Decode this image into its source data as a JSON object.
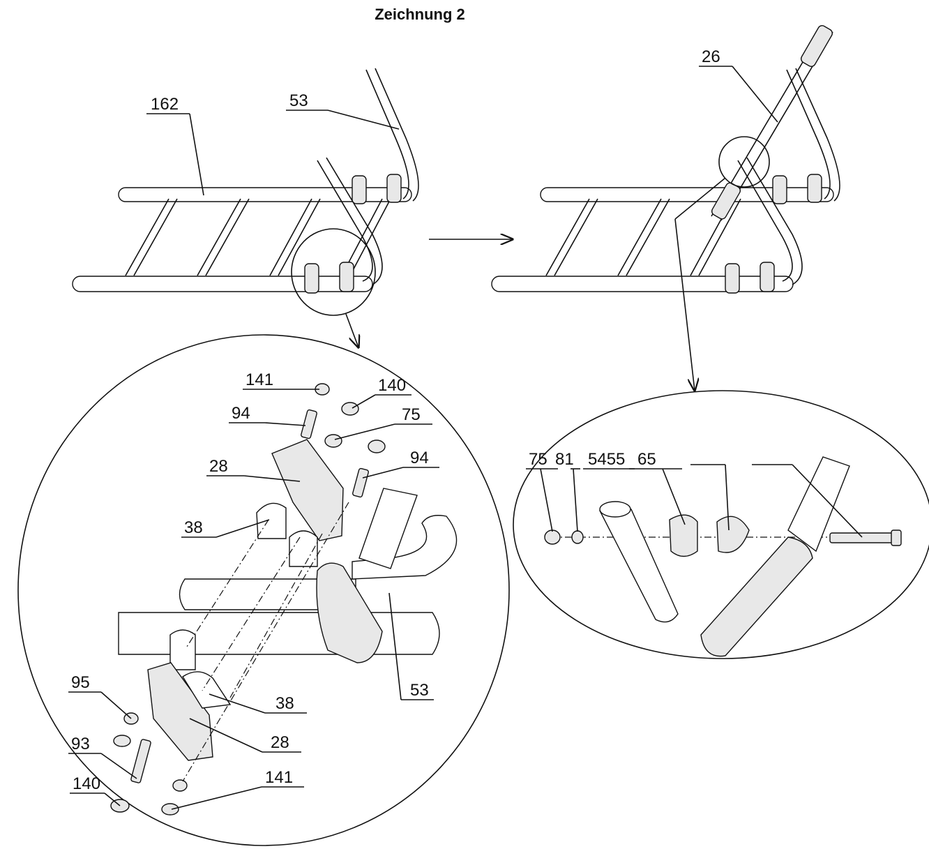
{
  "title": "Zeichnung 2",
  "labels": {
    "l162": "162",
    "l53_top": "53",
    "l26": "26",
    "l141_a": "141",
    "l140_a": "140",
    "l94_a": "94",
    "l75_a": "75",
    "l94_b": "94",
    "l28_a": "28",
    "l38_a": "38",
    "l95": "95",
    "l38_b": "38",
    "l28_b": "28",
    "l53_b": "53",
    "l93": "93",
    "l140_b": "140",
    "l141_b": "141",
    "l75_b": "75",
    "l81": "81",
    "l5455": "5455",
    "l65": "65"
  }
}
